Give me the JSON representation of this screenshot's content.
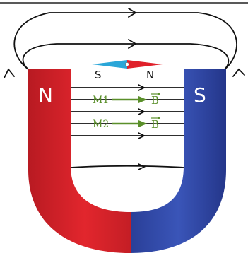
{
  "magnet": {
    "left_pole": "N",
    "right_pole": "S",
    "north_color": "#d9252b",
    "south_color": "#2f4aa8"
  },
  "compass": {
    "south_label": "S",
    "north_label": "N",
    "south_color": "#2aa6d8",
    "north_color": "#e0202a"
  },
  "points": [
    {
      "label": "M1",
      "vector_label": "B"
    },
    {
      "label": "M2",
      "vector_label": "B"
    }
  ],
  "colors": {
    "field_line": "#111111",
    "vector": "#5a8f2a"
  }
}
